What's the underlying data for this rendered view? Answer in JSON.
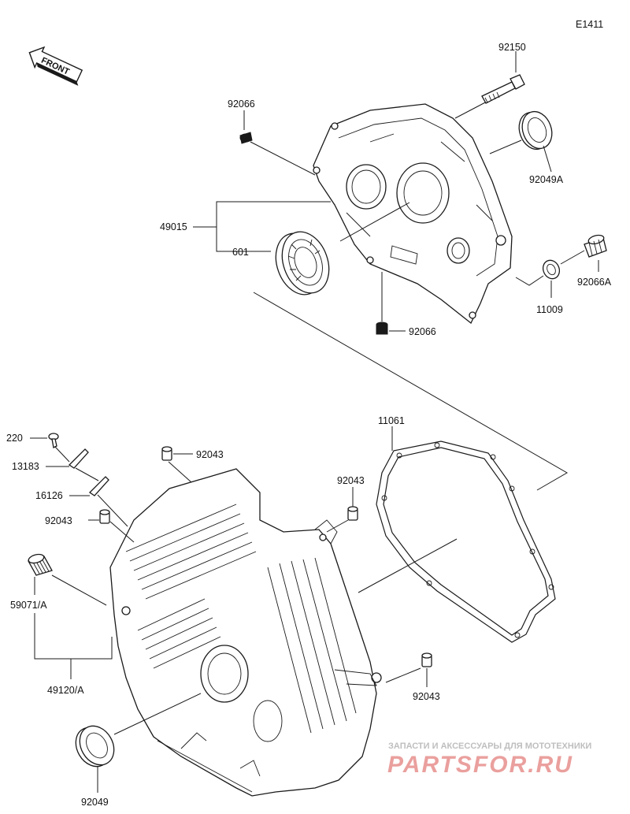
{
  "diagram_code": "E1411",
  "front_label": "FRONT",
  "watermark": {
    "caption": "ЗАПАСТИ И АКСЕССУАРЫ ДЛЯ МОТОТЕХНИКИ",
    "logo_text": "PARTSFOR.RU"
  },
  "parts": {
    "p92150": "92150",
    "p92066_top": "92066",
    "p92049A": "92049A",
    "p49015": "49015",
    "p601": "601",
    "p92066A": "92066A",
    "p11009": "11009",
    "p92066_bottom": "92066",
    "p11061": "11061",
    "p220": "220",
    "p13183": "13183",
    "p92043_a": "92043",
    "p16126": "16126",
    "p92043_b": "92043",
    "p92043_c": "92043",
    "p59071A": "59071/A",
    "p49120A": "49120/A",
    "p92043_d": "92043",
    "p92049": "92049"
  }
}
